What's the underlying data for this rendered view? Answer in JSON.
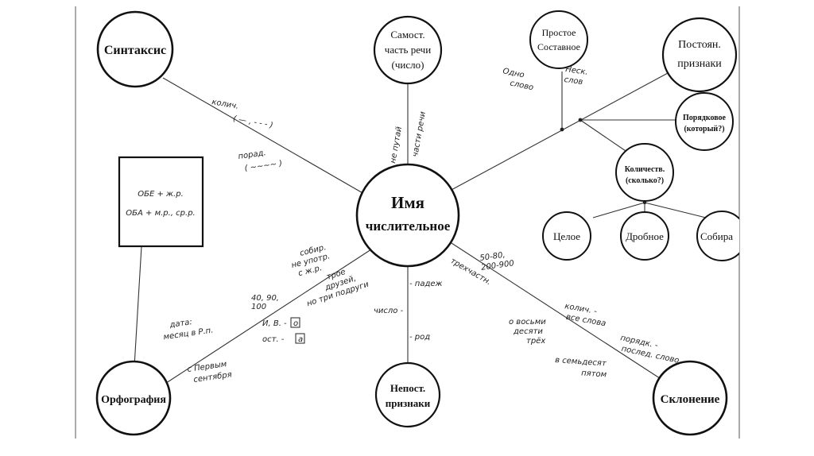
{
  "nodes": {
    "center": [
      "Имя",
      "числительное"
    ],
    "syntax": "Синтаксис",
    "part_of_speech": [
      "Самост.",
      "часть речи",
      "(число)"
    ],
    "structure": [
      "Простое",
      "Составное"
    ],
    "const_features": [
      "Постоян.",
      "признаки"
    ],
    "ordinal": [
      "Порядковое",
      "(который?)"
    ],
    "quantitative": [
      "Количеств.",
      "(сколько?)"
    ],
    "whole": "Целое",
    "fraction": "Дробное",
    "collective": "Собира",
    "orthography": "Орфография",
    "nonconst_features": [
      "Непост.",
      "признаки"
    ],
    "declension": "Склонение",
    "obe_box": [
      "ОБЕ + ж.р.",
      "ОБА + м.р., ср.р."
    ]
  },
  "notes": {
    "kolich": "колич.",
    "kolich_sym": "( — , - - - )",
    "porad": "порад.",
    "porad_sym": "( ~~~~ )",
    "ne_putai": "не путай",
    "chasti_rechi": "части речи",
    "odno_slovo": [
      "Одно",
      "слово"
    ],
    "nesk_slov": [
      "Неск.",
      "слов"
    ],
    "sobir": [
      "собир.",
      "не употр.",
      "с ж.р."
    ],
    "troe": [
      "трое",
      "друзей,",
      "но три подруги"
    ],
    "nums_40": [
      "40, 90,",
      "100"
    ],
    "ip_vp": "И, В. -",
    "ip_vp_box": "о",
    "ost": "ост. -",
    "ost_box": "а",
    "data": [
      "дата:",
      "месяц в Р.п."
    ],
    "s_pervym": [
      "с Первым",
      "сентября"
    ],
    "padezh": "- падеж",
    "chislo": "число -",
    "rod": "- род",
    "nums_50": [
      "50-80,",
      "200-900"
    ],
    "trexchastnye": "трехчастн.",
    "o_vosmi": [
      "о восьми",
      "десяти",
      "трёх"
    ],
    "kolich_vse": [
      "колич. -",
      "все слова"
    ],
    "poryadk": [
      "порядк. -",
      "послед. слово"
    ],
    "v_semidesyat": [
      "в семьдесят",
      "пятом"
    ]
  }
}
